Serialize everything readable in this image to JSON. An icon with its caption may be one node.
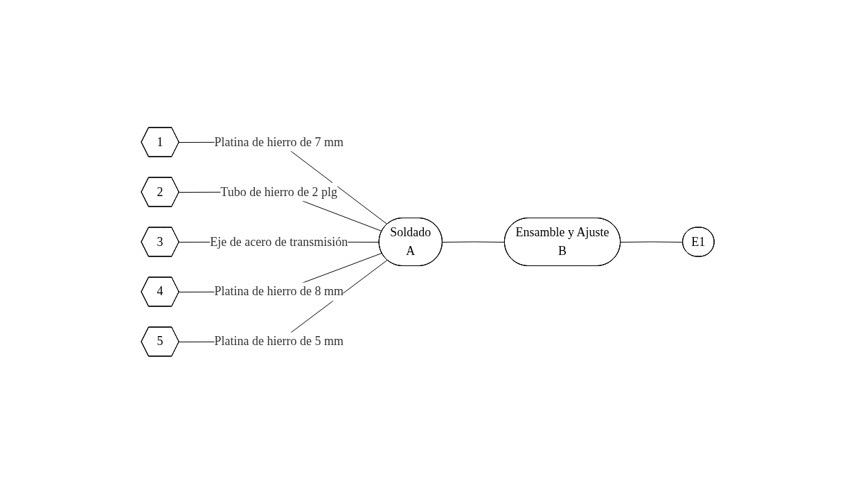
{
  "diagram": {
    "nodes": [
      {
        "text": [
          "1"
        ]
      },
      {
        "text": [
          "2"
        ]
      },
      {
        "text": [
          "3"
        ]
      },
      {
        "text": [
          "4"
        ]
      },
      {
        "text": [
          "5"
        ]
      },
      {
        "text": [
          "Soldado",
          "A"
        ]
      },
      {
        "text": [
          "Ensamble y Ajuste",
          "B"
        ]
      },
      {
        "text": [
          "E1"
        ]
      }
    ],
    "edges": [
      {
        "from": 0,
        "to": 5,
        "arrow": "none",
        "label": "Platina de hierro de 7 mm"
      },
      {
        "from": 1,
        "to": 5,
        "arrow": "none",
        "label": "Tubo de hierro de  2 plg"
      },
      {
        "from": 2,
        "to": 5,
        "arrow": "none",
        "label": "Eje de acero de transmisión"
      },
      {
        "from": 3,
        "to": 5,
        "arrow": "none",
        "label": "Platina de hierro de 8 mm"
      },
      {
        "from": 4,
        "to": 5,
        "arrow": "none",
        "label": "Platina de hierro de 5 mm"
      },
      {
        "from": 5,
        "to": 6,
        "arrow": "none"
      },
      {
        "from": 6,
        "to": 7,
        "arrow": "none"
      }
    ]
  }
}
